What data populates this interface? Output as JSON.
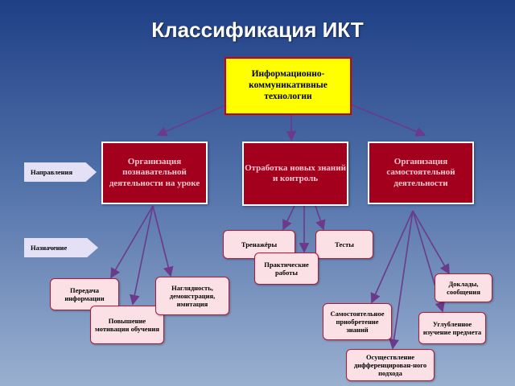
{
  "title": "Классификация ИКТ",
  "root": "Информационно-коммуникативные технологии",
  "labels": {
    "directions": "Направления",
    "purpose": "Назначение"
  },
  "directions": [
    "Организация познавательной деятельности на уроке",
    "Отработка новых знаний и контроль",
    "Организация самостоятельной деятельности"
  ],
  "purposes": {
    "cognitive": [
      "Передача информации",
      "Повышение мотивации обучения",
      "Наглядность, демонстрация, имитация"
    ],
    "practice": [
      "Тренажёры",
      "Тесты",
      "Практические работы"
    ],
    "independent": [
      "Доклады, сообщения",
      "Самостоятельное приобретение знаний",
      "Углубленное изучение предмета",
      "Осуществление дифференцирован-ного подхода"
    ]
  },
  "colors": {
    "root_fill": "#ffff00",
    "root_border": "#cc0000",
    "direction_fill": "#a3001e",
    "purpose_fill": "#fbe1e6",
    "connector": "#6b3a8a"
  }
}
